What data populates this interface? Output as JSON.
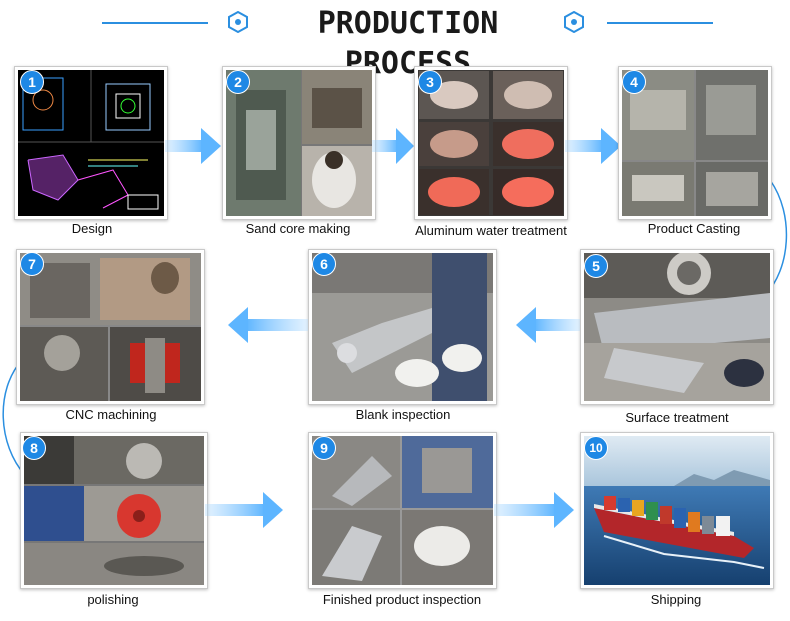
{
  "page": {
    "title": "PRODUCTION PROCESS",
    "accent": "#1e88e5",
    "line_color": "#2b8fe0"
  },
  "steps": [
    {
      "number": "1",
      "label": "Design"
    },
    {
      "number": "2",
      "label": "Sand core making"
    },
    {
      "number": "3",
      "label": "Aluminum water treatment"
    },
    {
      "number": "4",
      "label": "Product Casting"
    },
    {
      "number": "5",
      "label": "Surface treatment"
    },
    {
      "number": "6",
      "label": "Blank inspection"
    },
    {
      "number": "7",
      "label": "CNC machining"
    },
    {
      "number": "8",
      "label": "polishing"
    },
    {
      "number": "9",
      "label": "Finished product inspection"
    },
    {
      "number": "10",
      "label": "Shipping"
    }
  ],
  "icons": {
    "title_left": "hexagon-icon",
    "title_right": "hexagon-icon",
    "arrow": "arrow-right-icon"
  }
}
